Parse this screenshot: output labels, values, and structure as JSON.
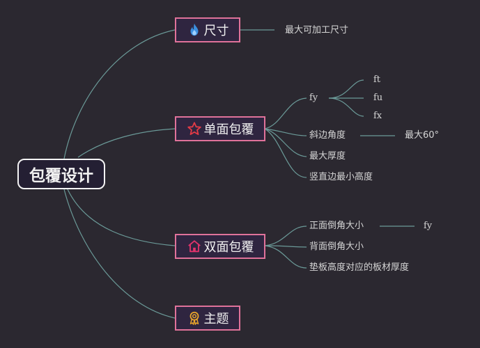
{
  "root": {
    "label": "包覆设计"
  },
  "branches": [
    {
      "id": "size",
      "label": "尺寸",
      "icon": "flame-icon",
      "children": [
        {
          "label": "最大可加工尺寸"
        }
      ]
    },
    {
      "id": "single",
      "label": "单面包覆",
      "icon": "star-icon",
      "children": [
        {
          "label": "fy",
          "children": [
            {
              "label": "ft"
            },
            {
              "label": "fu"
            },
            {
              "label": "fx"
            }
          ]
        },
        {
          "label": "斜边角度",
          "children": [
            {
              "label": "最大60°"
            }
          ]
        },
        {
          "label": "最大厚度"
        },
        {
          "label": "竖直边最小高度"
        }
      ]
    },
    {
      "id": "double",
      "label": "双面包覆",
      "icon": "home-icon",
      "children": [
        {
          "label": "正面倒角大小",
          "children": [
            {
              "label": "fy"
            }
          ]
        },
        {
          "label": "背面倒角大小"
        },
        {
          "label": "垫板高度对应的板材厚度"
        }
      ]
    },
    {
      "id": "theme",
      "label": "主题",
      "icon": "award-ribbon-icon",
      "children": []
    }
  ],
  "colors": {
    "background": "#2b2830",
    "link": "#6b9a98",
    "branch_border": "#e0729a",
    "root_border": "#f4f4f4"
  }
}
